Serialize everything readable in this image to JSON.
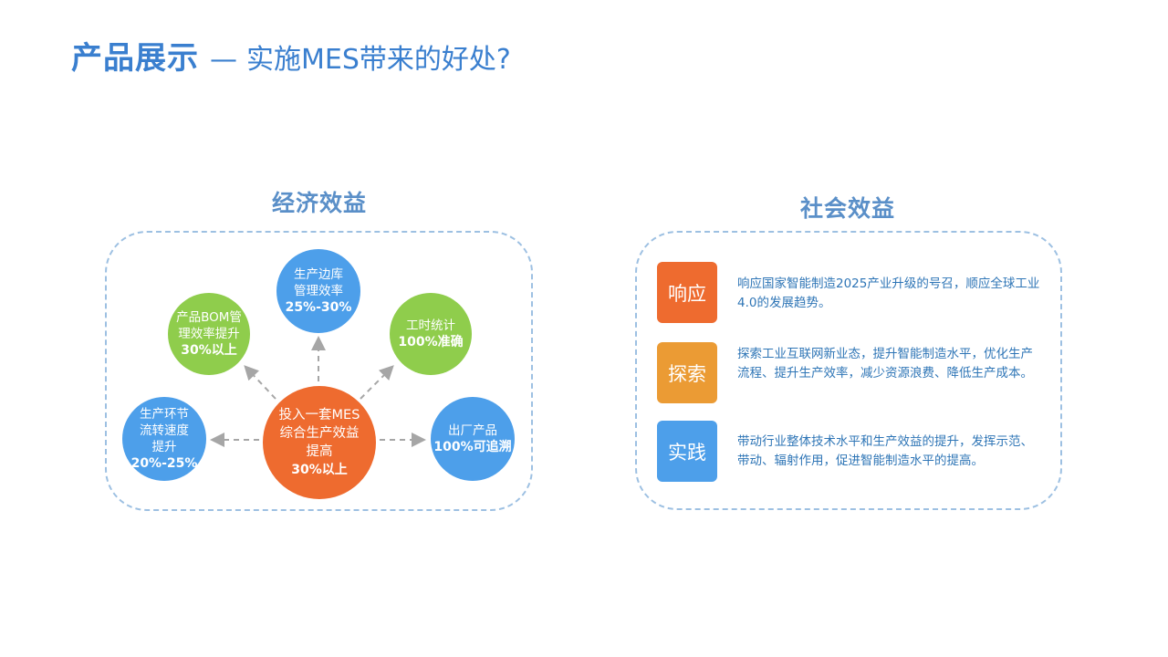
{
  "header": {
    "title_main": "产品展示",
    "title_dash": "—",
    "title_sub": "实施MES带来的好处?"
  },
  "economic": {
    "heading": "经济效益",
    "center": {
      "lines": [
        "投入一套MES",
        "综合生产效益",
        "提高"
      ],
      "highlight": "30%以上",
      "color": "#ee6b2f"
    },
    "nodes": [
      {
        "id": "top",
        "lines": [
          "生产边库",
          "管理效率"
        ],
        "highlight": "25%-30%",
        "color": "#4d9fea"
      },
      {
        "id": "top-left",
        "lines": [
          "产品BOM管",
          "理效率提升"
        ],
        "highlight": "30%以上",
        "color": "#8fcd4c"
      },
      {
        "id": "top-right",
        "lines": [
          "工时统计"
        ],
        "highlight": "100%准确",
        "color": "#8fcd4c"
      },
      {
        "id": "left",
        "lines": [
          "生产环节",
          "流转速度",
          "提升"
        ],
        "highlight": "20%-25%",
        "color": "#4d9fea"
      },
      {
        "id": "right",
        "lines": [
          "出厂产品"
        ],
        "highlight": "100%可追溯",
        "color": "#4d9fea"
      }
    ]
  },
  "social": {
    "heading": "社会效益",
    "items": [
      {
        "tag": "响应",
        "color": "#ee6b2f",
        "text": "响应国家智能制造2025产业升级的号召，顺应全球工业4.0的发展趋势。"
      },
      {
        "tag": "探索",
        "color": "#eb9b34",
        "text": "探索工业互联网新业态，提升智能制造水平，优化生产流程、提升生产效率，减少资源浪费、降低生产成本。"
      },
      {
        "tag": "实践",
        "color": "#4d9fea",
        "text": "带动行业整体技术水平和生产效益的提升，发挥示范、带动、辐射作用，促进智能制造水平的提高。"
      }
    ]
  }
}
